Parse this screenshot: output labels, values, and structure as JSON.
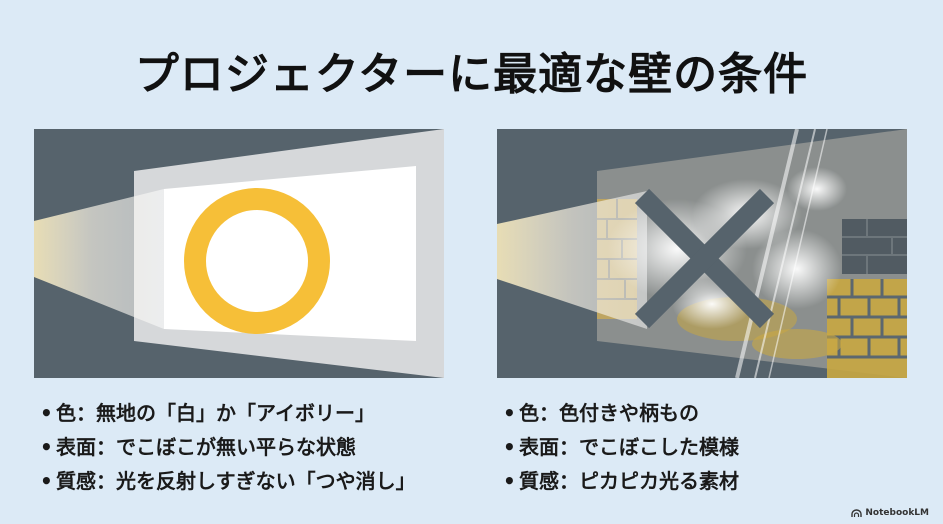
{
  "title": "プロジェクターに最適な壁の条件",
  "left": {
    "items": [
      {
        "bullet": "•",
        "text": "色：無地の「白」か「アイボリー」"
      },
      {
        "bullet": "•",
        "text": "表面：でこぼこが無い平らな状態"
      },
      {
        "bullet": "•",
        "text": "質感：光を反射しすぎない「つや消し」"
      }
    ]
  },
  "right": {
    "items": [
      {
        "bullet": "•",
        "text": "色：色付きや柄もの"
      },
      {
        "bullet": "•",
        "text": "表面：でこぼこした模様"
      },
      {
        "bullet": "•",
        "text": "質感：ピカピカ光る素材"
      }
    ]
  },
  "logo": {
    "text": "NotebookLM",
    "icon": "notebooklm-logo-icon"
  },
  "colors": {
    "background": "#dceaf6",
    "panel": "#56636c",
    "good_mark": "#f6bf38",
    "bad_mark": "#56636c",
    "beam": "#f1e7c8",
    "brick": "#c9a842"
  }
}
